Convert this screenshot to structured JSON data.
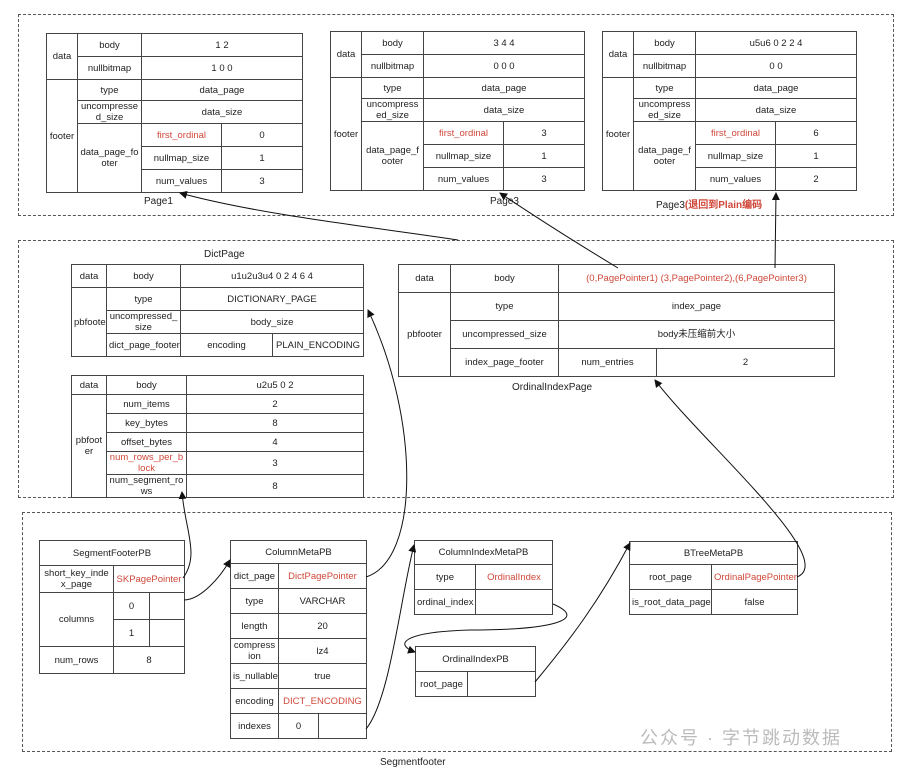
{
  "pages": [
    {
      "caption": "Page1",
      "data": "data",
      "body": "body",
      "body_val": "1 2",
      "nullbitmap": "nullbitmap",
      "nullbitmap_val": "1 0 0",
      "footer": "footer",
      "type": "type",
      "type_val": "data_page",
      "uncomp": "uncompressed_size",
      "uncomp_val": "data_size",
      "dpf": "data_page_footer",
      "first_ordinal": "first_ordinal",
      "first_ordinal_val": "0",
      "nullmap_size": "nullmap_size",
      "nullmap_size_val": "1",
      "num_values": "num_values",
      "num_values_val": "3"
    },
    {
      "caption": "Page3",
      "data": "data",
      "body": "body",
      "body_val": "3 4 4",
      "nullbitmap": "nullbitmap",
      "nullbitmap_val": "0 0 0",
      "footer": "footer",
      "type": "type",
      "type_val": "data_page",
      "uncomp": "uncompressed_size",
      "uncomp_val": "data_size",
      "dpf": "data_page_footer",
      "first_ordinal": "first_ordinal",
      "first_ordinal_val": "3",
      "nullmap_size": "nullmap_size",
      "nullmap_size_val": "1",
      "num_values": "num_values",
      "num_values_val": "3"
    },
    {
      "caption": "Page3",
      "caption_note": "(退回到Plain编码",
      "data": "data",
      "body": "body",
      "body_val": "u5u6 0 2 2  4",
      "nullbitmap": "nullbitmap",
      "nullbitmap_val": "0 0",
      "footer": "footer",
      "type": "type",
      "type_val": "data_page",
      "uncomp": "uncompressed_size",
      "uncomp_val": "data_size",
      "dpf": "data_page_footer",
      "first_ordinal": "first_ordinal",
      "first_ordinal_val": "6",
      "nullmap_size": "nullmap_size",
      "nullmap_size_val": "1",
      "num_values": "num_values",
      "num_values_val": "2"
    }
  ],
  "dict_page": {
    "caption": "DictPage",
    "data": "data",
    "body": "body",
    "body_val": "u1u2u3u4 0 2 4 6 4",
    "pbfooter": "pbfooter",
    "type": "type",
    "type_val": "DICTIONARY_PAGE",
    "uncomp": "uncompressed_size",
    "uncomp_val": "body_size",
    "dpf": "dict_page_footer",
    "encoding": "encoding",
    "encoding_val": "PLAIN_ENCODING"
  },
  "dict_page2": {
    "data": "data",
    "body": "body",
    "body_val": "u2u5 0 2",
    "pbfooter": "pbfooter",
    "rows": [
      {
        "k": "num_items",
        "v": "2"
      },
      {
        "k": "key_bytes",
        "v": "8"
      },
      {
        "k": "offset_bytes",
        "v": "4"
      },
      {
        "k": "num_rows_per_block",
        "v": "3"
      },
      {
        "k": "num_segment_rows",
        "v": "8"
      }
    ]
  },
  "ordinal_page": {
    "caption": "OrdinalIndexPage",
    "data": "data",
    "body": "body",
    "body_val": "(0,PagePointer1) (3,PagePointer2),(6,PagePointer3)",
    "pbfooter": "pbfooter",
    "type": "type",
    "type_val": "index_page",
    "uncomp": "uncompressed_size",
    "uncomp_val": "body未压缩前大小",
    "ipf": "index_page_footer",
    "num_entries": "num_entries",
    "num_entries_val": "2"
  },
  "segment_footer_pb": {
    "title": "SegmentFooterPB",
    "short_key": "short_key_index_page",
    "short_key_val": "SKPagePointer",
    "columns": "columns",
    "col0": "0",
    "col1": "1",
    "num_rows": "num_rows",
    "num_rows_val": "8"
  },
  "column_meta_pb": {
    "title": "ColumnMetaPB",
    "rows": [
      {
        "k": "dict_page",
        "v": "DictPagePointer"
      },
      {
        "k": "type",
        "v": "VARCHAR"
      },
      {
        "k": "length",
        "v": "20"
      },
      {
        "k": "compression",
        "v": "lz4"
      },
      {
        "k": "is_nullable",
        "v": "true"
      },
      {
        "k": "encoding",
        "v": "DICT_ENCODING"
      }
    ],
    "indexes": "indexes",
    "indexes_val": "0"
  },
  "column_index_meta_pb": {
    "title": "ColumnIndexMetaPB",
    "type": "type",
    "type_val": "OrdinalIndex",
    "ordinal_index": "ordinal_index"
  },
  "ordinal_index_pb": {
    "title": "OrdinalIndexPB",
    "root_page": "root_page"
  },
  "btree_meta_pb": {
    "title": "BTreeMetaPB",
    "root_page": "root_page",
    "root_page_val": "OrdinalPagePointer",
    "is_root": "is_root_data_page",
    "is_root_val": "false"
  },
  "segment_caption": "Segmentfooter",
  "watermark": "公众号 · 字节跳动数据"
}
